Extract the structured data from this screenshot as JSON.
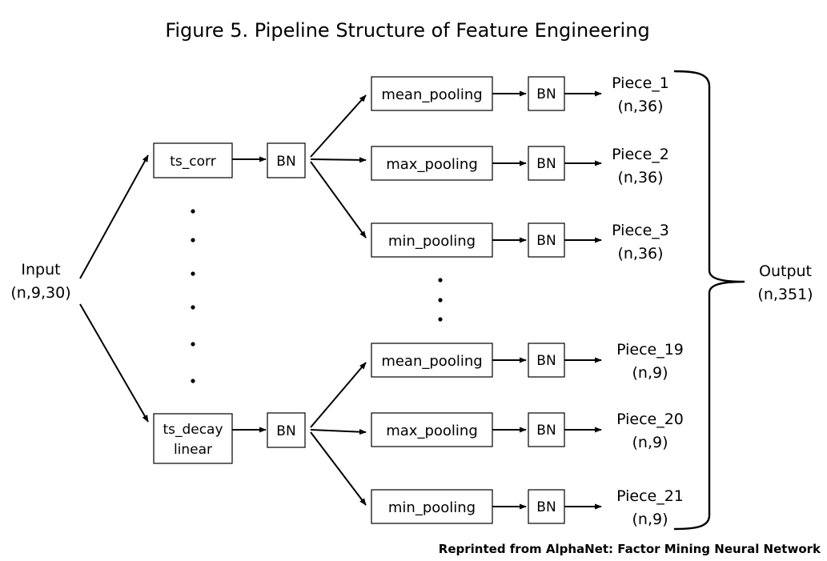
{
  "title": "Figure 5. Pipeline Structure of Feature Engineering",
  "credit": "Reprinted from AlphaNet: Factor Mining Neural Network",
  "input": {
    "label": "Input",
    "shape": "(n,9,30)"
  },
  "output": {
    "label": "Output",
    "shape": "(n,351)"
  },
  "operators": [
    {
      "line1": "ts_corr",
      "line2": ""
    },
    {
      "line1": "ts_decay",
      "line2": "linear"
    }
  ],
  "bn_label": "BN",
  "branches_top": [
    {
      "pooling": "mean_pooling",
      "bn": "BN",
      "piece": "Piece_1",
      "shape": "(n,36)"
    },
    {
      "pooling": "max_pooling",
      "bn": "BN",
      "piece": "Piece_2",
      "shape": "(n,36)"
    },
    {
      "pooling": "min_pooling",
      "bn": "BN",
      "piece": "Piece_3",
      "shape": "(n,36)"
    }
  ],
  "branches_bottom": [
    {
      "pooling": "mean_pooling",
      "bn": "BN",
      "piece": "Piece_19",
      "shape": "(n,9)"
    },
    {
      "pooling": "max_pooling",
      "bn": "BN",
      "piece": "Piece_20",
      "shape": "(n,9)"
    },
    {
      "pooling": "min_pooling",
      "bn": "BN",
      "piece": "Piece_21",
      "shape": "(n,9)"
    }
  ]
}
